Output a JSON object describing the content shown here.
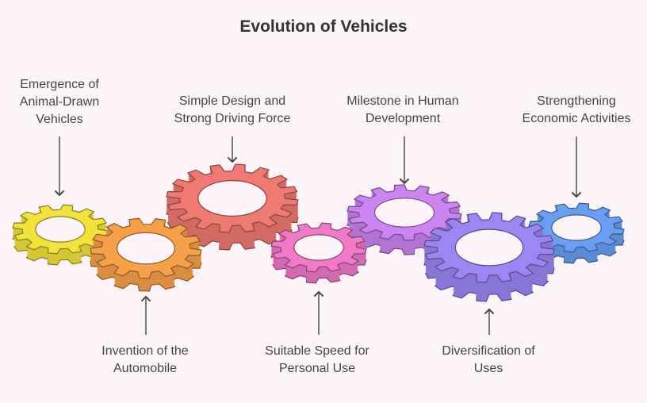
{
  "title": "Evolution of Vehicles",
  "labels": [
    "Emergence of\nAnimal-Drawn\nVehicles",
    "Simple Design and\nStrong Driving Force",
    "Milestone in Human\nDevelopment",
    "Strengthening\nEconomic Activities",
    "Invention of the\nAutomobile",
    "Suitable Speed for\nPersonal Use",
    "Diversification of\nUses"
  ],
  "colors": {
    "background": "#fdf4fa",
    "yellow": "#f2e23c",
    "orange": "#f7a04a",
    "red": "#f07a72",
    "pink": "#f07ac8",
    "violet": "#cc84f0",
    "purple": "#9b86f4",
    "blue": "#6a9ef2"
  }
}
